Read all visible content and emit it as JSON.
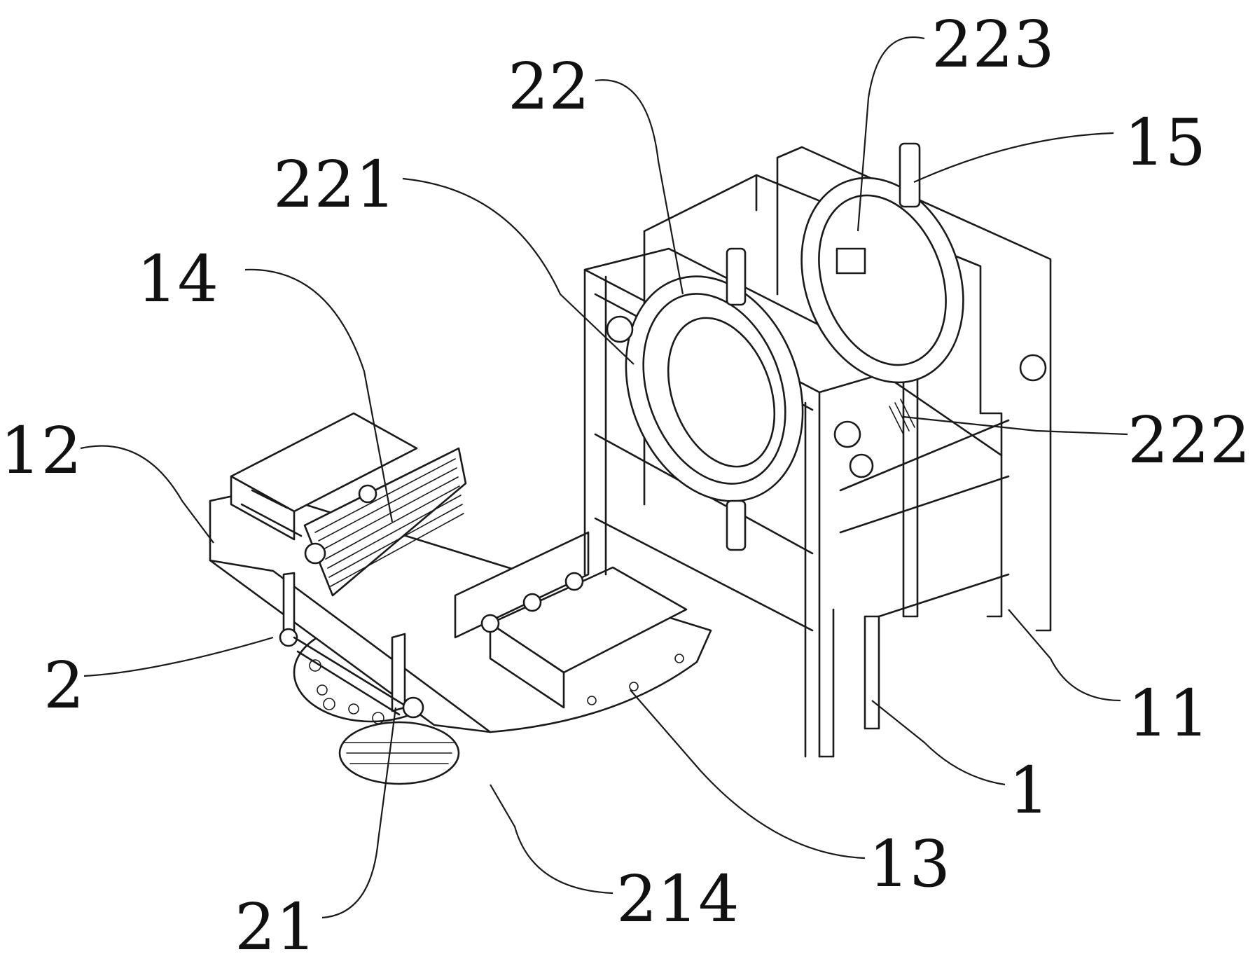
{
  "figure": {
    "labels": {
      "l223": "223",
      "l22": "22",
      "l15": "15",
      "l221": "221",
      "l14": "14",
      "l12": "12",
      "l222": "222",
      "l2": "2",
      "l11": "11",
      "l1": "1",
      "l13": "13",
      "l21": "21",
      "l214": "214"
    }
  }
}
